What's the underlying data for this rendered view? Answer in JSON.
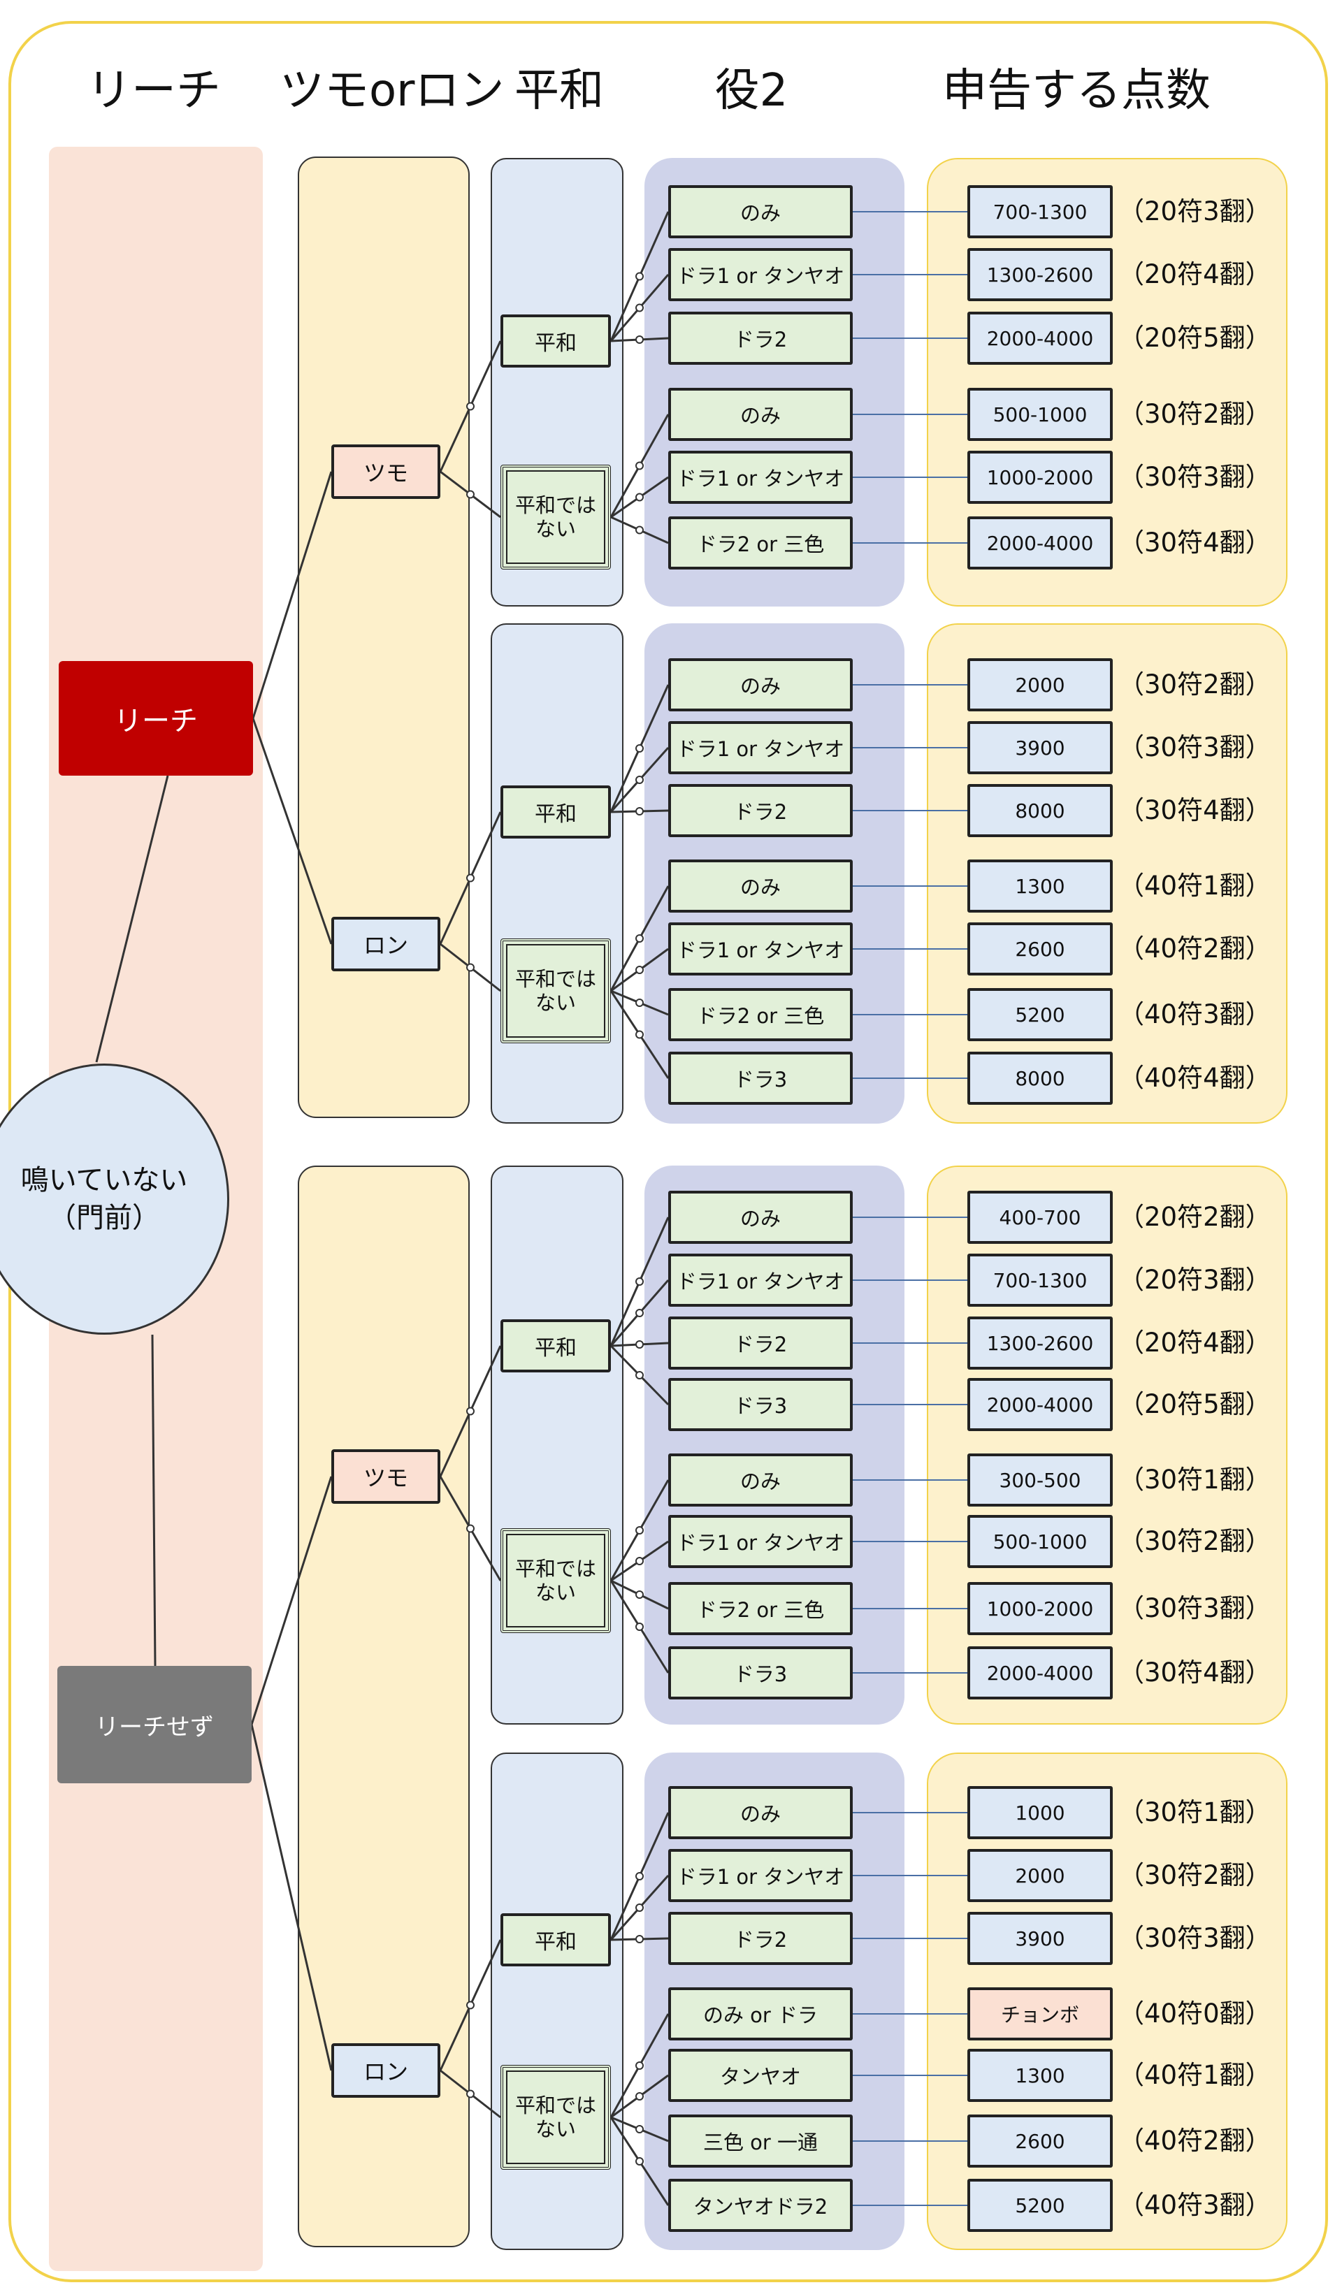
{
  "headers": {
    "riichi": "リーチ",
    "tsumo_or_ron": "ツモorロン",
    "pinfu": "平和",
    "yaku2": "役2",
    "score": "申告する点数"
  },
  "root": {
    "label": "鳴いていない\n（門前）"
  },
  "riichi": {
    "label": "リーチ"
  },
  "no_riichi": {
    "label": "リーチせず"
  },
  "win": {
    "tsumo": "ツモ",
    "ron": "ロン"
  },
  "pinfu": {
    "yes": "平和",
    "no": "平和では\nない"
  },
  "chombo_color": "#fbe0d3",
  "sections": [
    {
      "pinfu_yes": [
        {
          "yaku": "のみ",
          "score": "700-1300",
          "fu": "（20符3翻）"
        },
        {
          "yaku": "ドラ1 or タンヤオ",
          "score": "1300-2600",
          "fu": "（20符4翻）"
        },
        {
          "yaku": "ドラ2",
          "score": "2000-4000",
          "fu": "（20符5翻）"
        }
      ],
      "pinfu_no": [
        {
          "yaku": "のみ",
          "score": "500-1000",
          "fu": "（30符2翻）"
        },
        {
          "yaku": "ドラ1 or タンヤオ",
          "score": "1000-2000",
          "fu": "（30符3翻）"
        },
        {
          "yaku": "ドラ2 or 三色",
          "score": "2000-4000",
          "fu": "（30符4翻）"
        }
      ]
    },
    {
      "pinfu_yes": [
        {
          "yaku": "のみ",
          "score": "2000",
          "fu": "（30符2翻）"
        },
        {
          "yaku": "ドラ1 or タンヤオ",
          "score": "3900",
          "fu": "（30符3翻）"
        },
        {
          "yaku": "ドラ2",
          "score": "8000",
          "fu": "（30符4翻）"
        }
      ],
      "pinfu_no": [
        {
          "yaku": "のみ",
          "score": "1300",
          "fu": "（40符1翻）"
        },
        {
          "yaku": "ドラ1 or タンヤオ",
          "score": "2600",
          "fu": "（40符2翻）"
        },
        {
          "yaku": "ドラ2 or 三色",
          "score": "5200",
          "fu": "（40符3翻）"
        },
        {
          "yaku": "ドラ3",
          "score": "8000",
          "fu": "（40符4翻）"
        }
      ]
    },
    {
      "pinfu_yes": [
        {
          "yaku": "のみ",
          "score": "400-700",
          "fu": "（20符2翻）"
        },
        {
          "yaku": "ドラ1 or タンヤオ",
          "score": "700-1300",
          "fu": "（20符3翻）"
        },
        {
          "yaku": "ドラ2",
          "score": "1300-2600",
          "fu": "（20符4翻）"
        },
        {
          "yaku": "ドラ3",
          "score": "2000-4000",
          "fu": "（20符5翻）"
        }
      ],
      "pinfu_no": [
        {
          "yaku": "のみ",
          "score": "300-500",
          "fu": "（30符1翻）"
        },
        {
          "yaku": "ドラ1 or タンヤオ",
          "score": "500-1000",
          "fu": "（30符2翻）"
        },
        {
          "yaku": "ドラ2 or 三色",
          "score": "1000-2000",
          "fu": "（30符3翻）"
        },
        {
          "yaku": "ドラ3",
          "score": "2000-4000",
          "fu": "（30符4翻）"
        }
      ]
    },
    {
      "pinfu_yes": [
        {
          "yaku": "のみ",
          "score": "1000",
          "fu": "（30符1翻）"
        },
        {
          "yaku": "ドラ1 or タンヤオ",
          "score": "2000",
          "fu": "（30符2翻）"
        },
        {
          "yaku": "ドラ2",
          "score": "3900",
          "fu": "（30符3翻）"
        }
      ],
      "pinfu_no": [
        {
          "yaku": "のみ or ドラ",
          "score": "チョンボ",
          "fu": "（40符0翻）",
          "highlight": true
        },
        {
          "yaku": "タンヤオ",
          "score": "1300",
          "fu": "（40符1翻）"
        },
        {
          "yaku": "三色 or 一通",
          "score": "2600",
          "fu": "（40符2翻）"
        },
        {
          "yaku": "タンヤオドラ2",
          "score": "5200",
          "fu": "（40符3翻）"
        }
      ]
    }
  ]
}
